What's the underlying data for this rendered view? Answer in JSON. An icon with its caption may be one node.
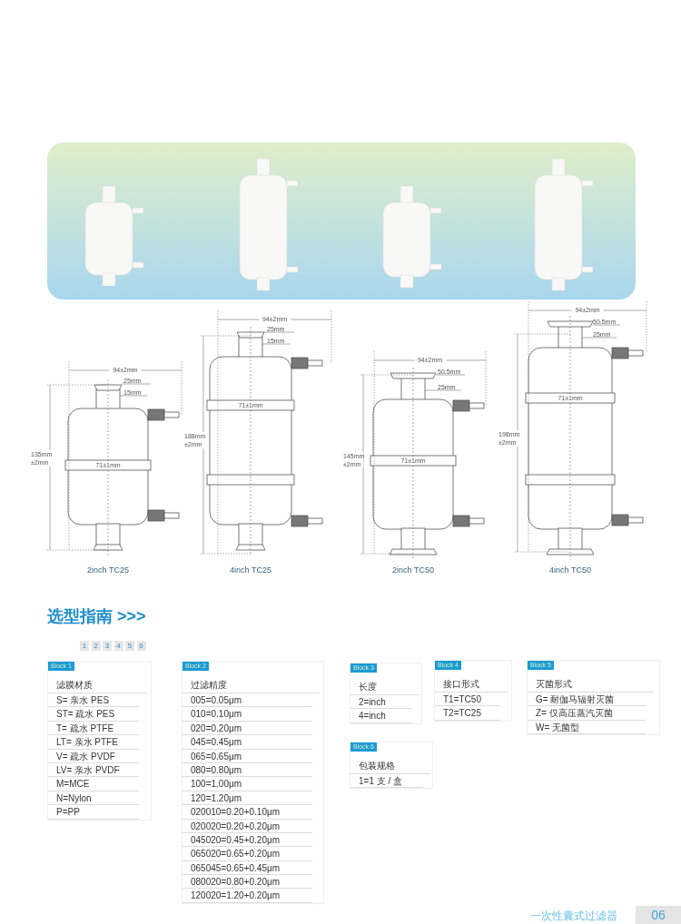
{
  "diagram": {
    "title": "选型指南 >>>",
    "nodes": [
      {
        "text": [
          "Block 1",
          "滤膜材质",
          "S= 亲水 PES",
          "ST= 疏水 PES",
          "T= 疏水 PTFE",
          "LT= 亲水 PTFE",
          "V= 疏水 PVDF",
          "LV= 亲水 PVDF",
          "M=MCE",
          "N=Nylon",
          "P=PP"
        ]
      },
      {
        "text": [
          "Block 2",
          "过滤精度",
          "005=0.05μm",
          "010=0.10μm",
          "020=0.20μm",
          "045=0.45μm",
          "065=0.65μm",
          "080=0.80μm",
          "100=1.00μm",
          "120=1.20μm",
          "020010=0.20+0.10μm",
          "020020=0.20+0.20μm",
          "045020=0.45+0.20μm",
          "065020=0.65+0.20μm",
          "065045=0.65+0.45μm",
          "080020=0.80+0.20μm",
          "120020=1.20+0.20μm"
        ]
      },
      {
        "text": [
          "Block 3",
          "长度",
          "2=inch",
          "4=inch"
        ]
      },
      {
        "text": [
          "Block 4",
          "接口形式",
          "T1=TC50",
          "T2=TC25"
        ]
      },
      {
        "text": [
          "Block 5",
          "灭菌形式",
          "G= 耐伽马辐射灭菌",
          "Z= 仅高压蒸汽灭菌",
          "W= 无菌型"
        ]
      },
      {
        "text": [
          "Block 6",
          "包装规格",
          "1=1 支 / 盒"
        ]
      }
    ],
    "labels": [
      "94±2mm",
      "25mm",
      "15mm",
      "135mm ±2mm",
      "71±1mm",
      "2inch TC25",
      "94±2mm",
      "25mm",
      "15mm",
      "188mm ±2mm",
      "71±1mm",
      "4inch TC25",
      "94±2mm",
      "50.5mm",
      "25mm",
      "145mm ±2mm",
      "71±1mm",
      "2inch TC50",
      "94±2mm",
      "50.5mm",
      "25mm",
      "198mm ±2mm",
      "71±1mm",
      "4inch TC50",
      "1",
      "2",
      "3",
      "4",
      "5",
      "6",
      "一次性囊式过滤器",
      "06"
    ]
  }
}
